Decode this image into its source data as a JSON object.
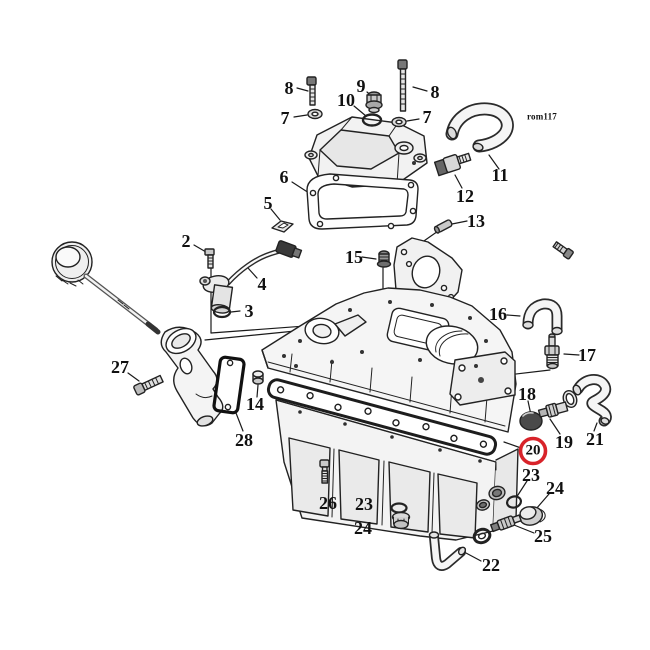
{
  "diagram": {
    "watermark": "rom117",
    "highlighted_part": {
      "number": "20",
      "ring_color": "#d8232a"
    },
    "part_numbers": {
      "p2": "2",
      "p3": "3",
      "p4": "4",
      "p5": "5",
      "p6": "6",
      "p7a": "7",
      "p7b": "7",
      "p8a": "8",
      "p8b": "8",
      "p9": "9",
      "p10": "10",
      "p11": "11",
      "p12": "12",
      "p13": "13",
      "p14": "14",
      "p15": "15",
      "p16": "16",
      "p17": "17",
      "p18": "18",
      "p19": "19",
      "p20": "20",
      "p21": "21",
      "p22": "22",
      "p23a": "23",
      "p23b": "23",
      "p24a": "24",
      "p24b": "24",
      "p25": "25",
      "p26": "26",
      "p27": "27",
      "p28": "28"
    }
  }
}
